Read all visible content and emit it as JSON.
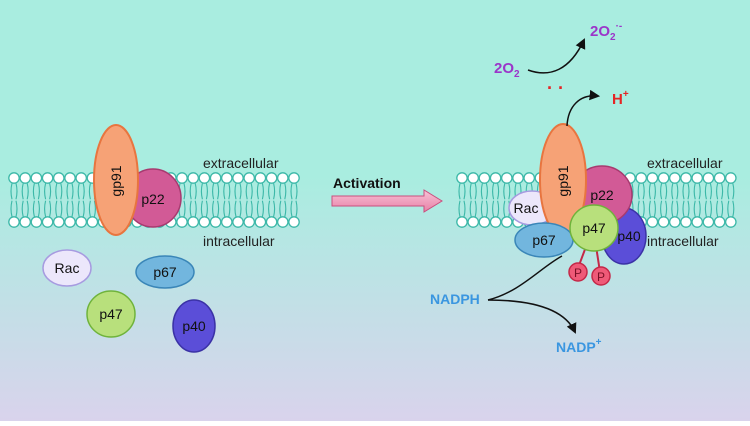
{
  "membrane": {
    "outside_label": "extracellular",
    "inside_label": "intracellular"
  },
  "proteins": {
    "gp91": "gp91",
    "p22": "p22",
    "p67": "p67",
    "p47": "p47",
    "p40": "p40",
    "rac": "Rac",
    "phosphate": "P"
  },
  "arrow": {
    "label": "Activation"
  },
  "reaction": {
    "oxygen": {
      "coef": "2",
      "sym": "O",
      "sub": "2",
      "sup": ""
    },
    "superoxide": {
      "coef": "2",
      "sym": "O",
      "sub": "2",
      "sup": "·-"
    },
    "electrons": "· ·",
    "proton": {
      "sym": "H",
      "sup": "+"
    },
    "nadph": "NADPH",
    "nadp": {
      "sym": "NADP",
      "sup": "+"
    }
  },
  "colors": {
    "bg_top": "#a9ede0",
    "bg_bottom": "#d9d3ec",
    "lipid": "#3cb8a8",
    "gp91_fill": "#f6a276",
    "gp91_stroke": "#e8753f",
    "p22_fill": "#d25a96",
    "p22_stroke": "#a73a6f",
    "p67_fill": "#72b6de",
    "p67_stroke": "#3a86b8",
    "p47_fill": "#b8e07c",
    "p47_stroke": "#6fb33b",
    "p40_fill": "#5b4ed8",
    "p40_stroke": "#3b32a6",
    "rac_fill": "#ece7fb",
    "rac_stroke": "#a79be0",
    "phos_fill": "#ef5a78",
    "phos_stroke": "#c42848",
    "arrow_fill": "#e880a6",
    "oxygen_text": "#9b35c9",
    "proton_text": "#e52525",
    "nadph_text": "#3a96e0"
  }
}
